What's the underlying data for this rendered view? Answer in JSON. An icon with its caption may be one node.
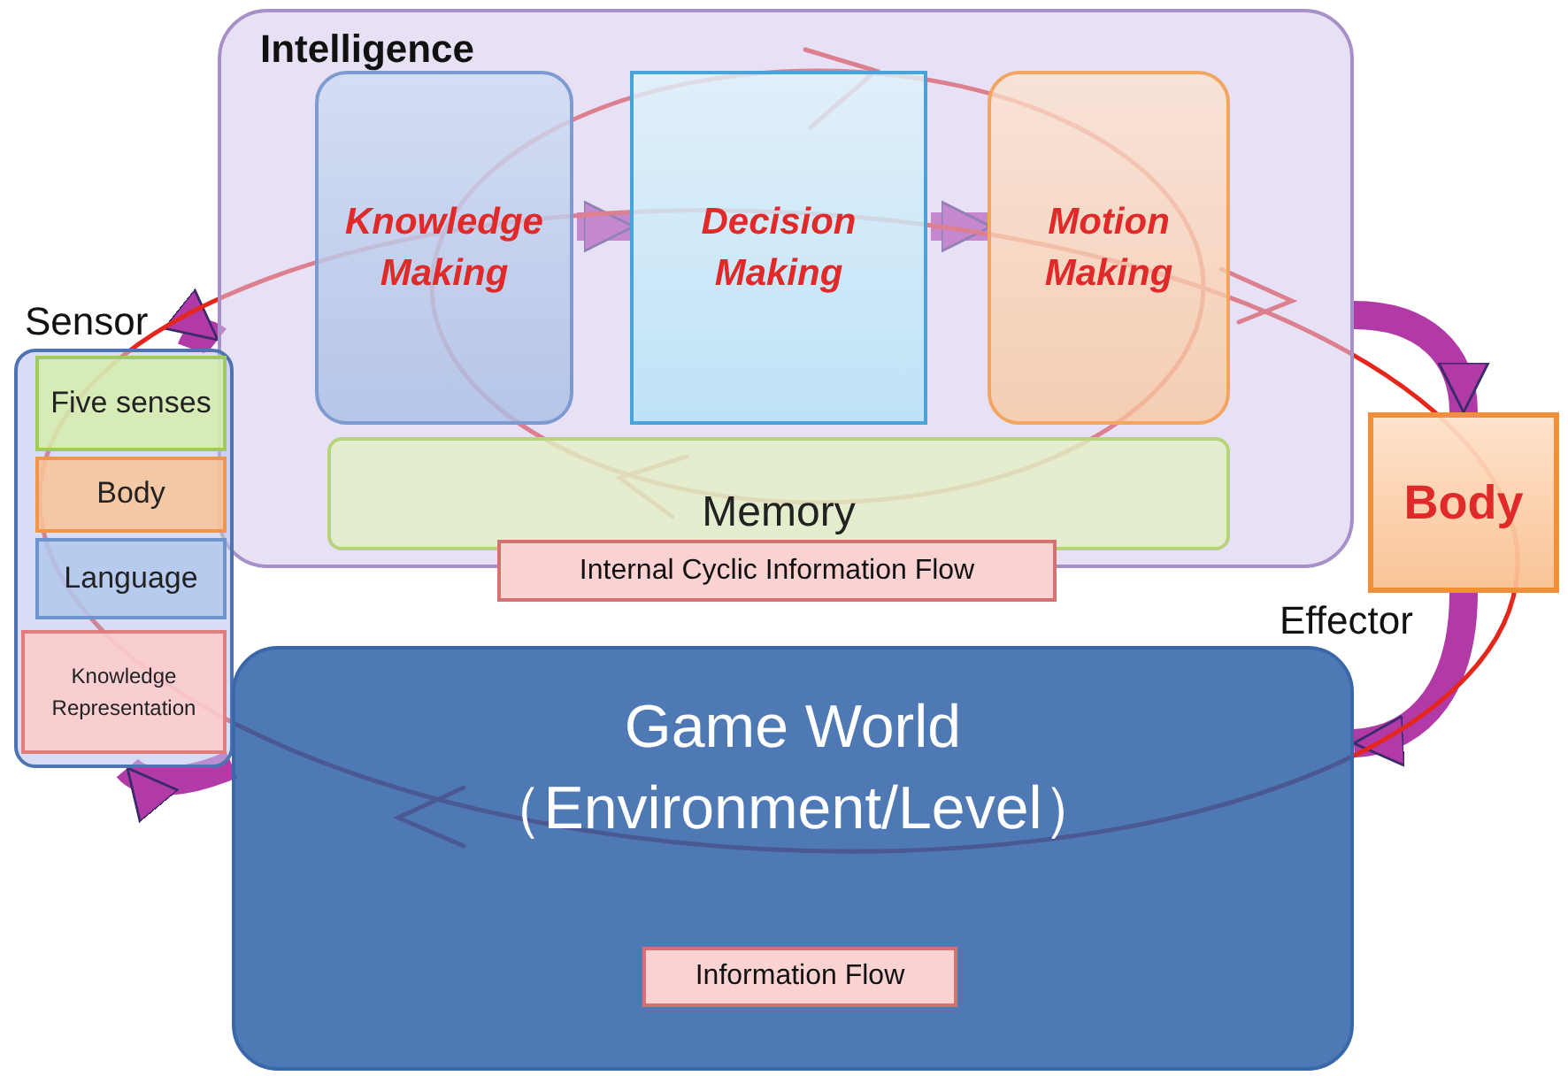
{
  "diagram": {
    "nodes": [
      {
        "text": [
          "Intelligence"
        ]
      },
      {
        "text": [
          "Knowledge Making"
        ],
        "in": 0
      },
      {
        "text": [
          "Decision Making"
        ],
        "in": 0
      },
      {
        "text": [
          "Motion Making"
        ],
        "in": 0
      },
      {
        "text": [
          "Memory"
        ],
        "in": 0
      },
      {
        "text": [
          "Sensor"
        ]
      },
      {
        "text": [
          "Five senses"
        ],
        "in": 5
      },
      {
        "text": [
          "Body"
        ],
        "in": 5
      },
      {
        "text": [
          "Language"
        ],
        "in": 5
      },
      {
        "text": [
          "Knowledge Representation"
        ],
        "in": 5
      },
      {
        "text": [
          "Internal Cyclic Information Flow"
        ]
      },
      {
        "text": [
          "Body"
        ]
      },
      {
        "text": [
          "Game World （Environment/Level）"
        ]
      },
      {
        "text": [
          "Information Flow"
        ],
        "in": 12
      }
    ],
    "edges": [
      {
        "from": 1,
        "to": 2,
        "arrow": "to"
      },
      {
        "from": 2,
        "to": 3,
        "arrow": "to"
      },
      {
        "from": 5,
        "to": 0,
        "arrow": "to"
      },
      {
        "from": 0,
        "to": 11,
        "arrow": "to"
      },
      {
        "from": 11,
        "to": 12,
        "arrow": "to"
      },
      {
        "from": 12,
        "to": 5,
        "arrow": "to"
      }
    ],
    "labels": [
      "Effector"
    ]
  }
}
